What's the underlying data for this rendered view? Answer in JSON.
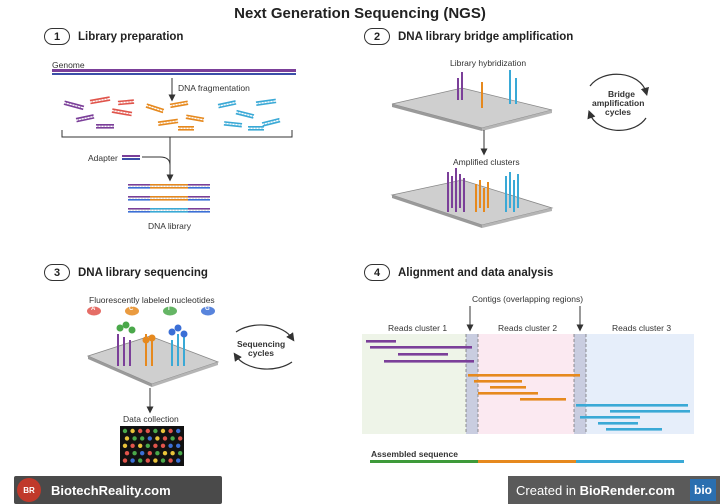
{
  "title": "Next Generation Sequencing (NGS)",
  "steps": [
    {
      "num": "1",
      "label": "Library preparation"
    },
    {
      "num": "2",
      "label": "DNA library bridge amplification"
    },
    {
      "num": "3",
      "label": "DNA library sequencing"
    },
    {
      "num": "4",
      "label": "Alignment and data analysis"
    }
  ],
  "panel1": {
    "genome": "Genome",
    "fragmentation": "DNA fragmentation",
    "adapter": "Adapter",
    "library": "DNA library"
  },
  "panel2": {
    "hybridization": "Library hybridization",
    "clusters": "Amplified clusters",
    "cycle": [
      "Bridge",
      "amplification",
      "cycles"
    ]
  },
  "panel3": {
    "nucleotides": "Fluorescently labeled nucleotides",
    "cycle": [
      "Sequencing",
      "cycles"
    ],
    "collection": "Data collection",
    "bases": [
      "A",
      "C",
      "T",
      "G"
    ]
  },
  "panel4": {
    "contigs": "Contigs (overlapping regions)",
    "clusters": [
      "Reads cluster 1",
      "Reads cluster 2",
      "Reads cluster 3"
    ],
    "assembled": "Assembled sequence"
  },
  "footer": {
    "left_logo": "BR",
    "left": "BiotechReality.com",
    "right_prefix": "Created in ",
    "right_brand": "BioRender.com",
    "right_badge": "bio"
  },
  "colors": {
    "purple": "#7b3f99",
    "orange": "#e6891e",
    "teal": "#3aa9d6",
    "red": "#e0544b",
    "green": "#4aa84a",
    "blue": "#3b6fd6"
  }
}
